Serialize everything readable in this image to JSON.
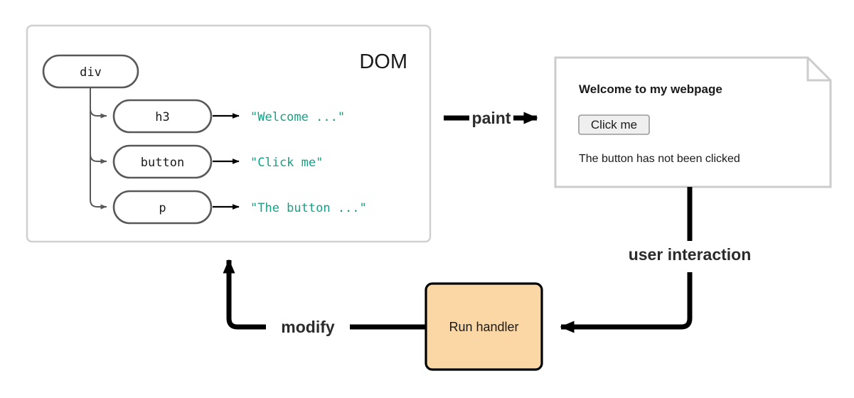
{
  "diagram": {
    "type": "flow-diagram",
    "title_visible": "DOM"
  },
  "dom_panel": {
    "title": "DOM",
    "border_color": "#d0d0d0",
    "tree": {
      "root": {
        "tag": "div"
      },
      "children": [
        {
          "tag": "h3",
          "text_node": "\"Welcome ...\""
        },
        {
          "tag": "button",
          "text_node": "\"Click me\""
        },
        {
          "tag": "p",
          "text_node": "\"The button ...\""
        }
      ]
    },
    "node_border_color": "#595959",
    "text_node_color": "#16a085"
  },
  "webpage_panel": {
    "heading": "Welcome to my webpage",
    "button_label": "Click me",
    "status_text": "The button has not been clicked",
    "border_color": "#cccccc",
    "button_fill": "#efefef",
    "button_border": "#9a9a9a"
  },
  "handler_box": {
    "label": "Run handler",
    "fill": "#fad7a5",
    "border": "#000000"
  },
  "edges": [
    {
      "id": "paint",
      "label": "paint",
      "from": "dom_panel",
      "to": "webpage_panel"
    },
    {
      "id": "user-interaction",
      "label": "user interaction",
      "from": "webpage_panel",
      "to": "handler_box"
    },
    {
      "id": "modify",
      "label": "modify",
      "from": "handler_box",
      "to": "dom_panel"
    }
  ],
  "edge_labels": {
    "paint": "paint",
    "user_interaction": "user interaction",
    "modify": "modify"
  },
  "colors": {
    "accent_green": "#16a085",
    "handler_orange": "#fad7a5",
    "panel_gray": "#cccccc",
    "node_gray": "#595959",
    "arrow_black": "#000000"
  }
}
